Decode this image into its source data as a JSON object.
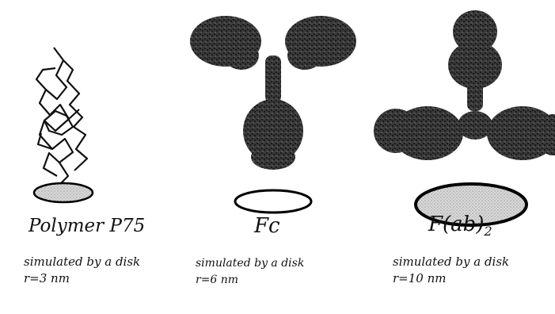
{
  "panels": {
    "polymer": {
      "name": "Polymer P75",
      "line1": "simulated by a disk",
      "line2": "r=3 nm",
      "disk_fill": "#c8c8c8"
    },
    "fc": {
      "name_main": "Fc",
      "line1": "simulated by a disk",
      "line2": "r=6 nm",
      "disk_fill": "#ffffff"
    },
    "fab": {
      "name_main": "F(ab)",
      "name_sub": "2",
      "line1": "simulated by a disk",
      "line2": "r=10 nm",
      "disk_fill": "#e4e4e4"
    }
  },
  "colors": {
    "molecule": "#2e2e2e",
    "outline": "#000000"
  }
}
